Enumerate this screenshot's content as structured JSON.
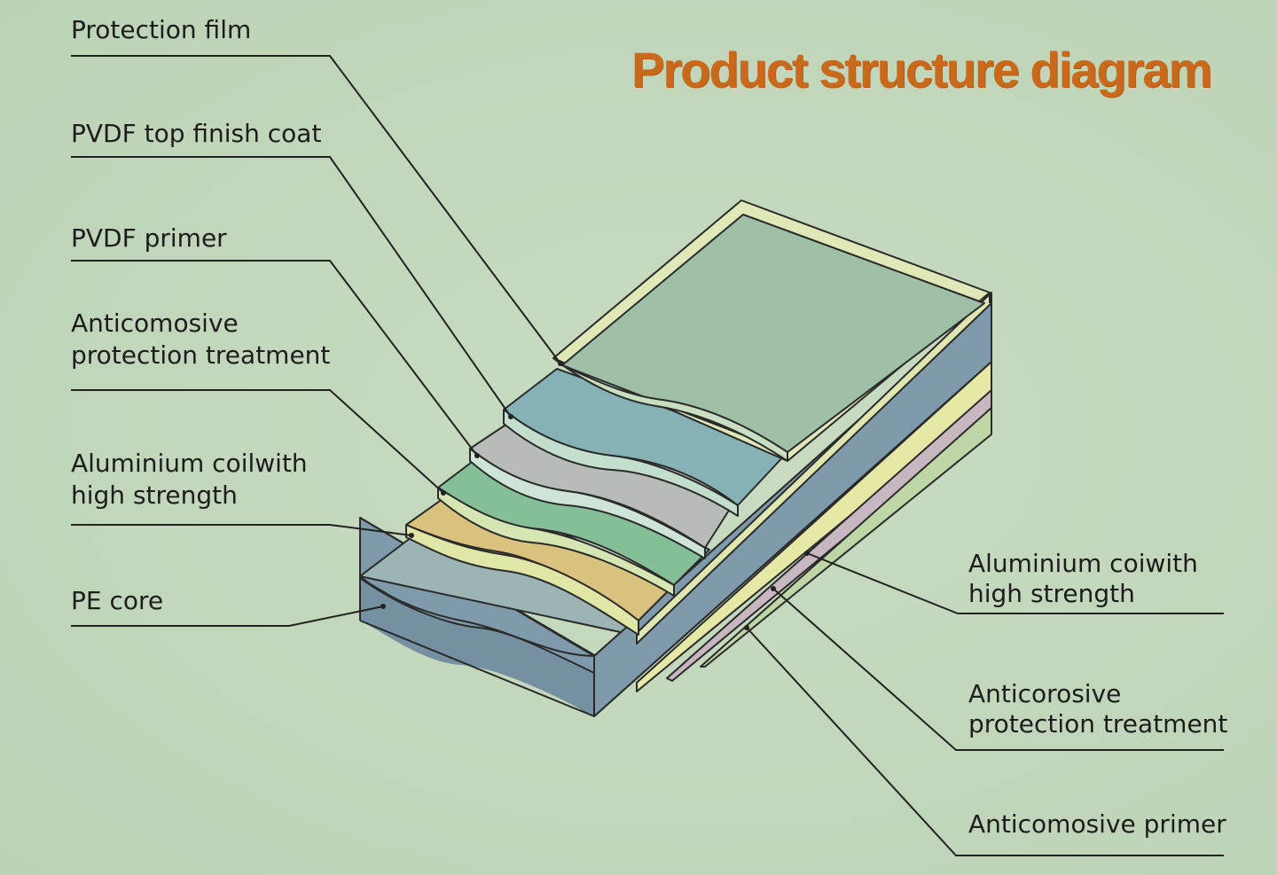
{
  "title": "Product structure diagram",
  "left_labels": {
    "protection_film": "Protection film",
    "pvdf_top_finish_coat": "PVDF top finish coat",
    "pvdf_primer": "PVDF primer",
    "anticorrosive_treatment_line1": "Anticomosive",
    "anticorrosive_treatment_line2": "protection treatment",
    "aluminium_coil_line1": "Aluminium coilwith",
    "aluminium_coil_line2": "high strength",
    "pe_core": "PE core"
  },
  "right_labels": {
    "aluminium_coil_line1": "Aluminium coiwith",
    "aluminium_coil_line2": "high strength",
    "anticorrosive_treatment_line1": "Anticorosive",
    "anticorrosive_treatment_line2": "protection treatment",
    "anticorrosive_primer": "Anticomosive primer"
  },
  "colors": {
    "background": "#c3d7bc",
    "title": "#c8691c",
    "protection_film": "#9fbfa6",
    "pvdf_top_finish_coat": "#86b2b6",
    "pvdf_primer": "#b8bcb8",
    "anticorrosive_treatment": "#84bf98",
    "aluminium_coil": "#dcc682",
    "pe_core": "#9db4b4",
    "leader_line": "#2a2a2a"
  }
}
